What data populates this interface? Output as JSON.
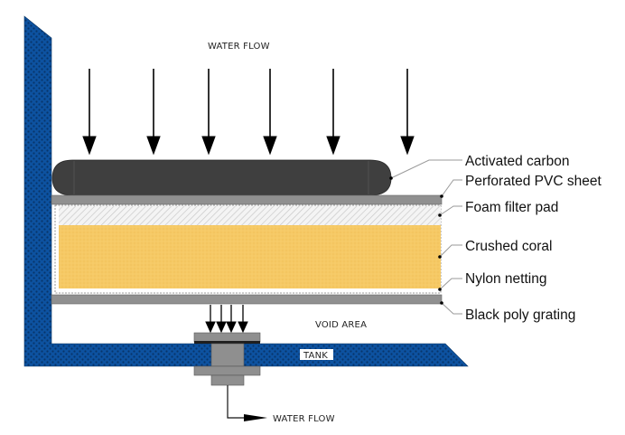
{
  "diagram": {
    "top_flow_label": "WATER FLOW",
    "void_label": "VOID AREA",
    "tank_label": "TANK",
    "bottom_flow_label": "WATER FLOW",
    "layers": [
      {
        "id": "activated-carbon",
        "label": "Activated carbon"
      },
      {
        "id": "perforated-pvc-sheet",
        "label": "Perforated PVC sheet"
      },
      {
        "id": "foam-filter-pad",
        "label": "Foam filter pad"
      },
      {
        "id": "crushed-coral",
        "label": "Crushed coral"
      },
      {
        "id": "nylon-netting",
        "label": "Nylon netting"
      },
      {
        "id": "black-poly-grating",
        "label": "Black poly grating"
      }
    ],
    "colors": {
      "tank_blue": "#0c4f96",
      "carbon": "#3d3d3d",
      "pvc_gray": "#8e8e8e",
      "coral": "#f5c96a",
      "foam_hatch": "#cfcfcf"
    }
  }
}
